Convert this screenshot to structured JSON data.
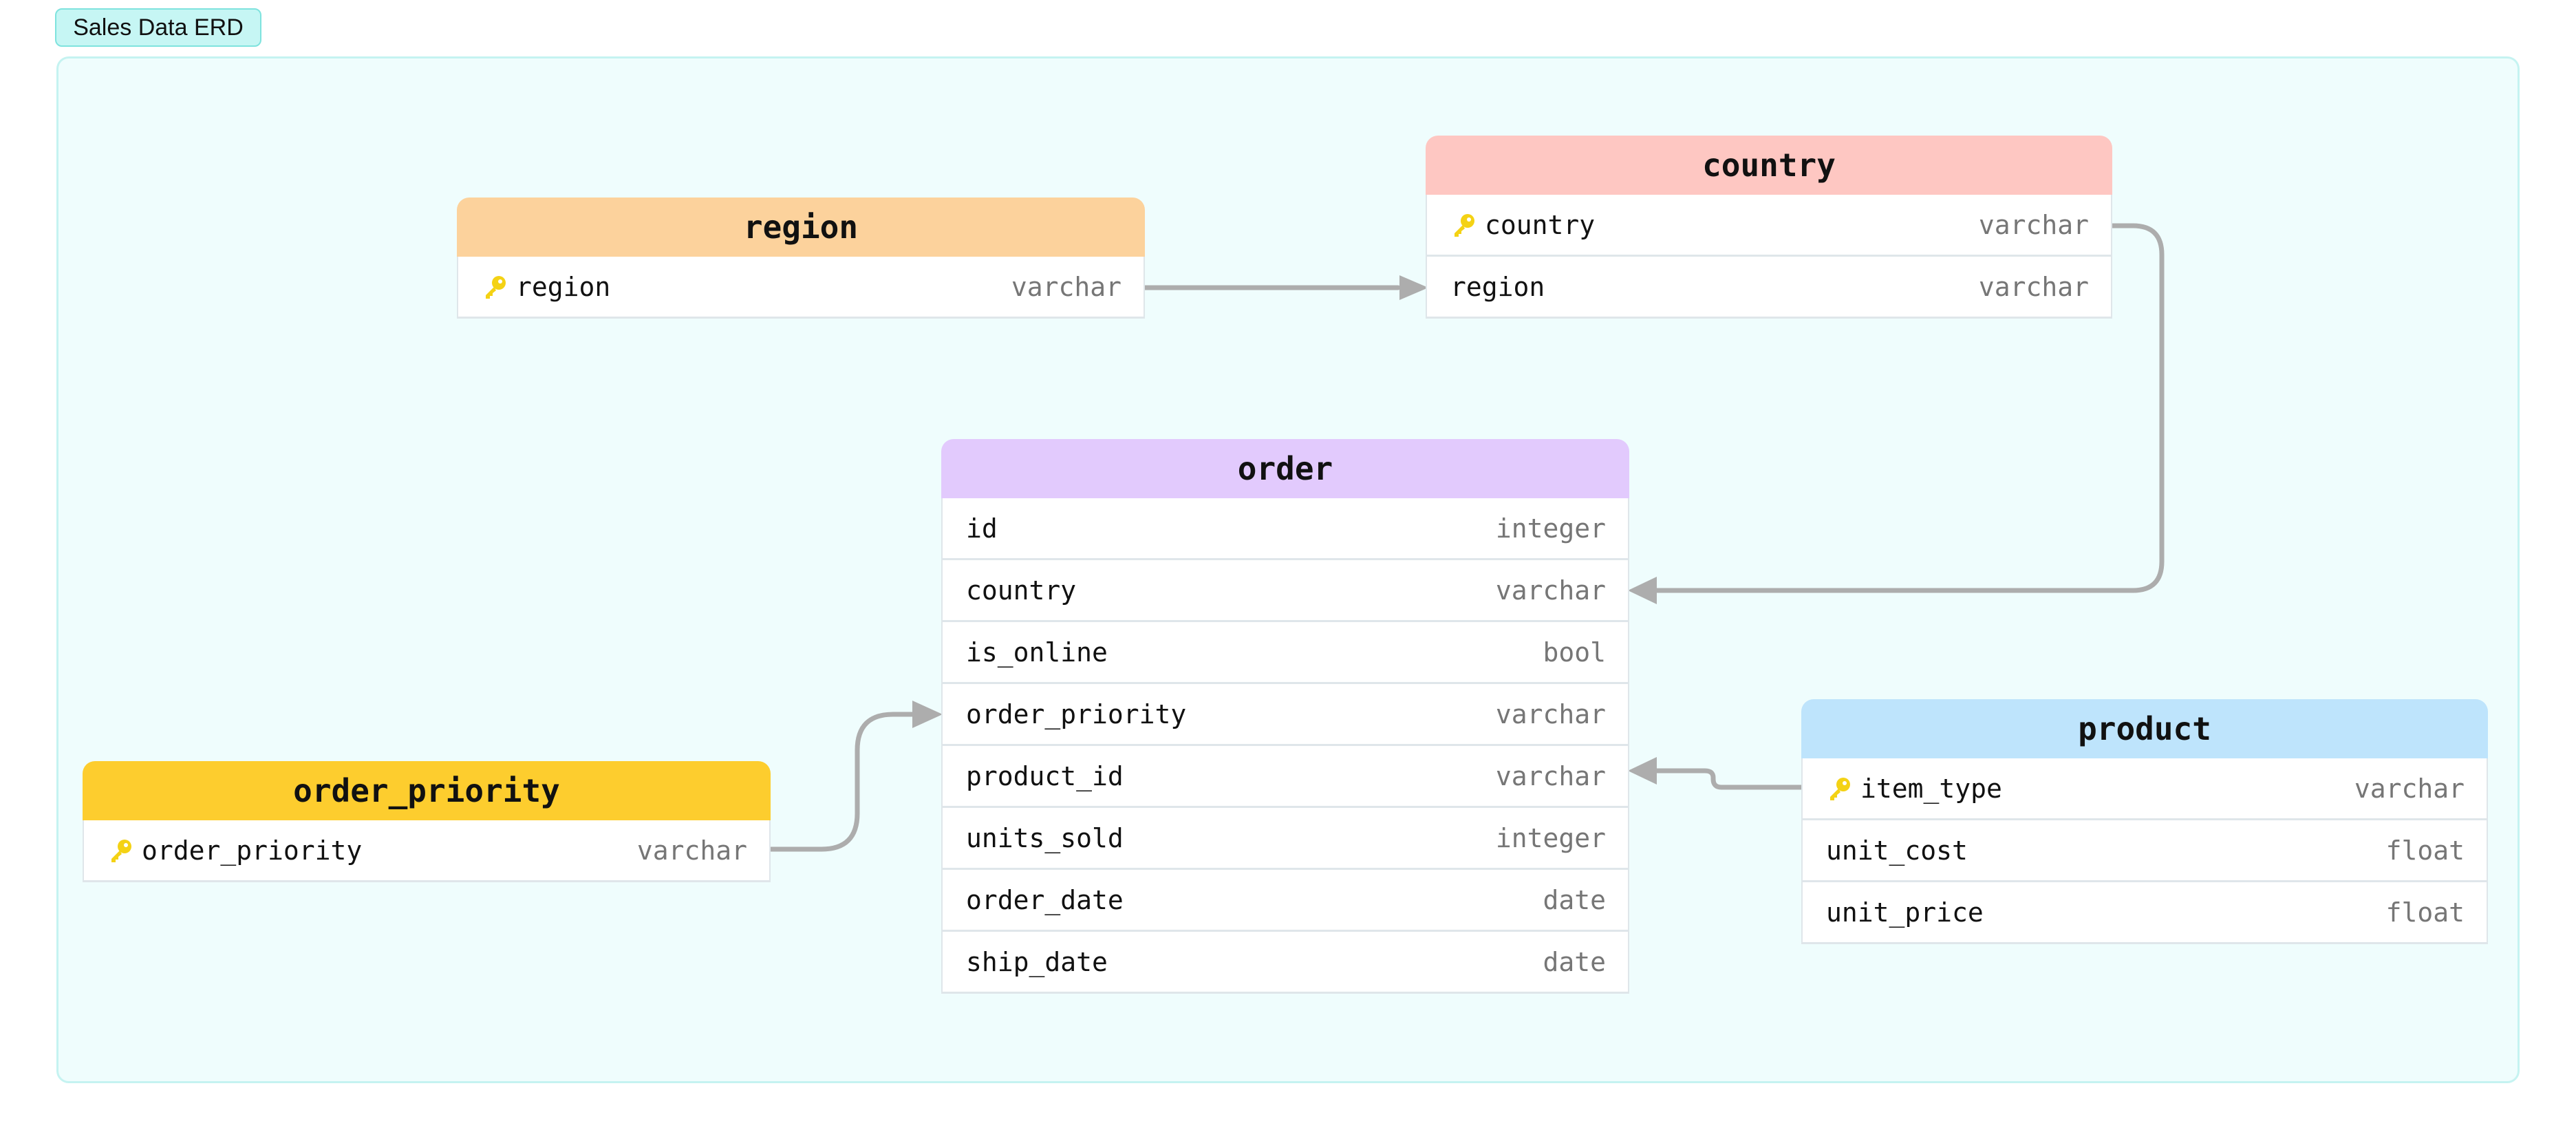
{
  "group": {
    "label": "Sales Data ERD"
  },
  "colors": {
    "edge": "#adadad",
    "region": "#fcd29c",
    "country": "#fec7c2",
    "order": "#e2cafd",
    "product": "#bee4fc",
    "order_priority": "#fdcd2e",
    "key": "#f4d214"
  },
  "tables": {
    "region": {
      "name": "region",
      "columns": [
        {
          "name": "region",
          "type": "varchar",
          "pk": true
        }
      ]
    },
    "country": {
      "name": "country",
      "columns": [
        {
          "name": "country",
          "type": "varchar",
          "pk": true
        },
        {
          "name": "region",
          "type": "varchar",
          "pk": false
        }
      ]
    },
    "order": {
      "name": "order",
      "columns": [
        {
          "name": "id",
          "type": "integer",
          "pk": false
        },
        {
          "name": "country",
          "type": "varchar",
          "pk": false
        },
        {
          "name": "is_online",
          "type": "bool",
          "pk": false
        },
        {
          "name": "order_priority",
          "type": "varchar",
          "pk": false
        },
        {
          "name": "product_id",
          "type": "varchar",
          "pk": false
        },
        {
          "name": "units_sold",
          "type": "integer",
          "pk": false
        },
        {
          "name": "order_date",
          "type": "date",
          "pk": false
        },
        {
          "name": "ship_date",
          "type": "date",
          "pk": false
        }
      ]
    },
    "product": {
      "name": "product",
      "columns": [
        {
          "name": "item_type",
          "type": "varchar",
          "pk": true
        },
        {
          "name": "unit_cost",
          "type": "float",
          "pk": false
        },
        {
          "name": "unit_price",
          "type": "float",
          "pk": false
        }
      ]
    },
    "order_priority": {
      "name": "order_priority",
      "columns": [
        {
          "name": "order_priority",
          "type": "varchar",
          "pk": true
        }
      ]
    }
  },
  "relations": [
    {
      "from": "region.region",
      "to": "country.region"
    },
    {
      "from": "country.country",
      "to": "order.country"
    },
    {
      "from": "order_priority.order_priority",
      "to": "order.order_priority"
    },
    {
      "from": "product.item_type",
      "to": "order.product_id"
    }
  ]
}
